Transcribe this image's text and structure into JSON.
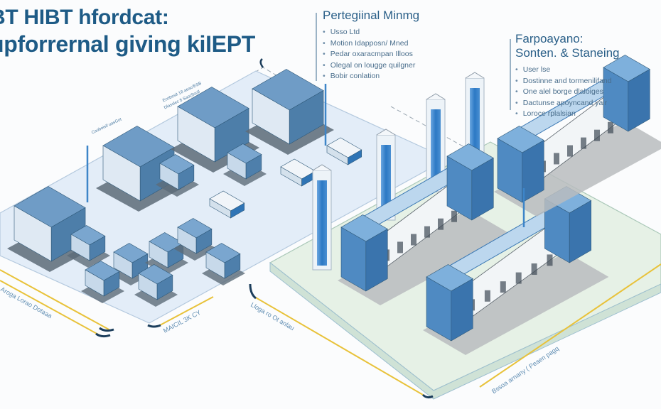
{
  "header": {
    "title_line1": "BT HIBT hfordcat:",
    "title_line2": "upforrernal giving kiIEPT"
  },
  "panel_center": {
    "heading": "Pertegiinal Minmg",
    "items": [
      "Usso Ltd",
      "Motion Idapposn/ Mned",
      "Pedar oxaracmpan Illoos",
      "Olegal on lougge quilgner",
      "Bobir conlation"
    ]
  },
  "panel_right": {
    "heading_line1": "Farpoayano:",
    "heading_line2": "Sonten. & Staneing",
    "items": [
      "User lse",
      "Dostinne and tormenilifand",
      "One alel borge dlaloiges",
      "Dactunse apoyncand yair",
      "Loroce rplalsian"
    ]
  },
  "callouts": [
    "Ecobesit 18 aeac/ESB",
    "Dlasslec 8 Sao(Ssoll",
    "Caoboisif uasGot"
  ],
  "dimension_labels": {
    "left_lower": "MAICIL 3K CY",
    "left_side": "Aroga Lorao Dotaaa",
    "center_bottom": "Lloga ro Ot anlau",
    "right_bottom": "Bssoa arnany ( Peaen pagq"
  },
  "colors": {
    "title": "#1e5b86",
    "machine_blue": "#5b8fbf",
    "machine_dark": "#3b6d9c",
    "left_floor": "#e4eef9",
    "right_floor": "#e8f2e8",
    "dimension_yellow": "#e8c23a",
    "column_blue": "#2f7cc8"
  }
}
